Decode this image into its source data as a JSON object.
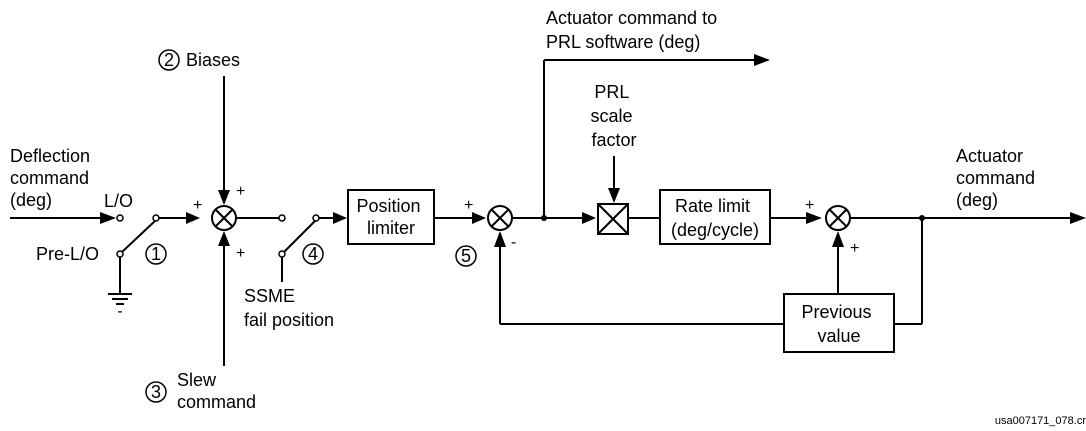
{
  "labels": {
    "deflection_command": [
      "Deflection",
      "command",
      "(deg)"
    ],
    "lo": "L/O",
    "pre_lo": "Pre-L/O",
    "biases": "Biases",
    "slew_command": [
      "Slew",
      "command"
    ],
    "ssme_fail_position": [
      "SSME",
      "fail position"
    ],
    "actuator_command_prl": [
      "Actuator command to",
      "PRL software (deg)"
    ],
    "prl_scale_factor": [
      "PRL",
      "scale",
      "factor"
    ],
    "actuator_command_out": [
      "Actuator",
      "command",
      "(deg)"
    ]
  },
  "blocks": {
    "position_limiter": [
      "Position",
      "limiter"
    ],
    "rate_limit": [
      "Rate limit",
      "(deg/cycle)"
    ],
    "previous_value": [
      "Previous",
      "value"
    ]
  },
  "markers": {
    "m1": "1",
    "m2": "2",
    "m3": "3",
    "m4": "4",
    "m5": "5"
  },
  "signs": {
    "sum1_left": "+",
    "sum1_top": "+",
    "sum1_bottom": "+",
    "sum2_left": "+",
    "sum2_bottom": "-",
    "sum3_left": "+",
    "sum3_bottom": "+",
    "ground_minus": "-"
  },
  "footer": {
    "id": "usa007171_078.cr"
  }
}
